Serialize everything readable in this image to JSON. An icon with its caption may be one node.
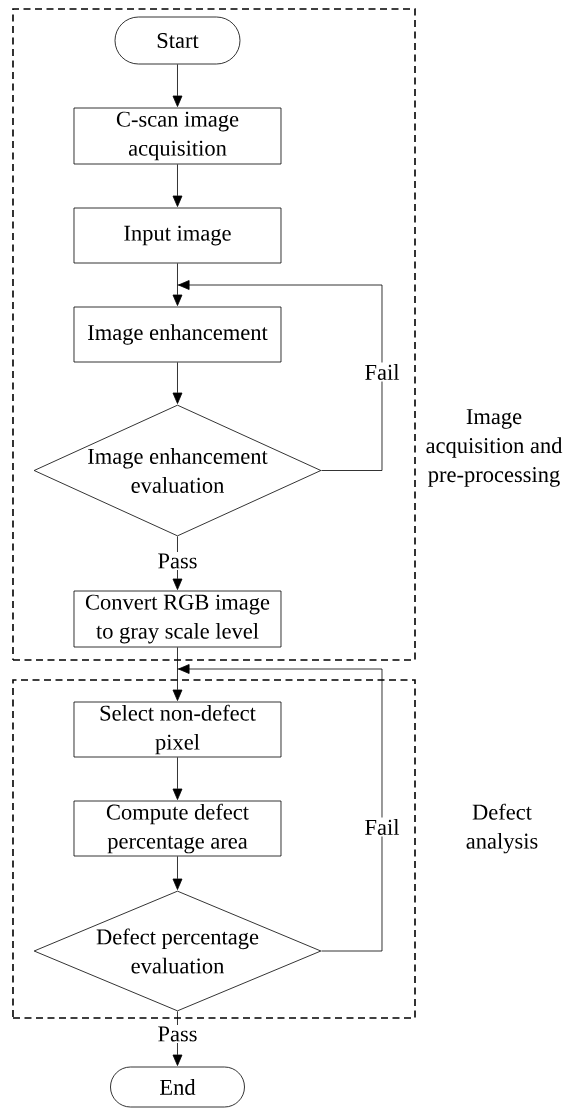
{
  "diagram": {
    "nodes": [
      {
        "text": [
          "Image acquisition and pre-processing"
        ]
      },
      {
        "text": [
          "Start"
        ],
        "in": 0
      },
      {
        "text": [
          "C-scan image acquisition"
        ],
        "in": 0
      },
      {
        "text": [
          "Input image"
        ],
        "in": 0
      },
      {
        "text": [
          "Image enhancement"
        ],
        "in": 0
      },
      {
        "text": [
          "Image enhancement evaluation"
        ],
        "in": 0
      },
      {
        "text": [
          "Convert RGB image to gray scale level"
        ],
        "in": 0
      },
      {
        "text": [
          "Defect analysis"
        ]
      },
      {
        "text": [
          "Select non-defect pixel"
        ],
        "in": 7
      },
      {
        "text": [
          "Compute defect percentage area"
        ],
        "in": 7
      },
      {
        "text": [
          "Defect percentage evaluation"
        ],
        "in": 7
      },
      {
        "text": [
          "End"
        ]
      }
    ],
    "edges": [
      {
        "from": 1,
        "to": 2,
        "arrow": "to"
      },
      {
        "from": 2,
        "to": 3,
        "arrow": "to"
      },
      {
        "from": 3,
        "to": 4,
        "arrow": "to"
      },
      {
        "from": 4,
        "to": 5,
        "arrow": "to"
      },
      {
        "from": 5,
        "to": 4,
        "arrow": "to",
        "label": "Fail"
      },
      {
        "from": 5,
        "to": 6,
        "arrow": "to",
        "label": "Pass"
      },
      {
        "from": 6,
        "to": 8,
        "arrow": "to"
      },
      {
        "from": 8,
        "to": 9,
        "arrow": "to"
      },
      {
        "from": 9,
        "to": 10,
        "arrow": "to"
      },
      {
        "from": 10,
        "to": 8,
        "arrow": "to",
        "label": "Fail"
      },
      {
        "from": 10,
        "to": 11,
        "arrow": "to",
        "label": "Pass"
      }
    ]
  }
}
